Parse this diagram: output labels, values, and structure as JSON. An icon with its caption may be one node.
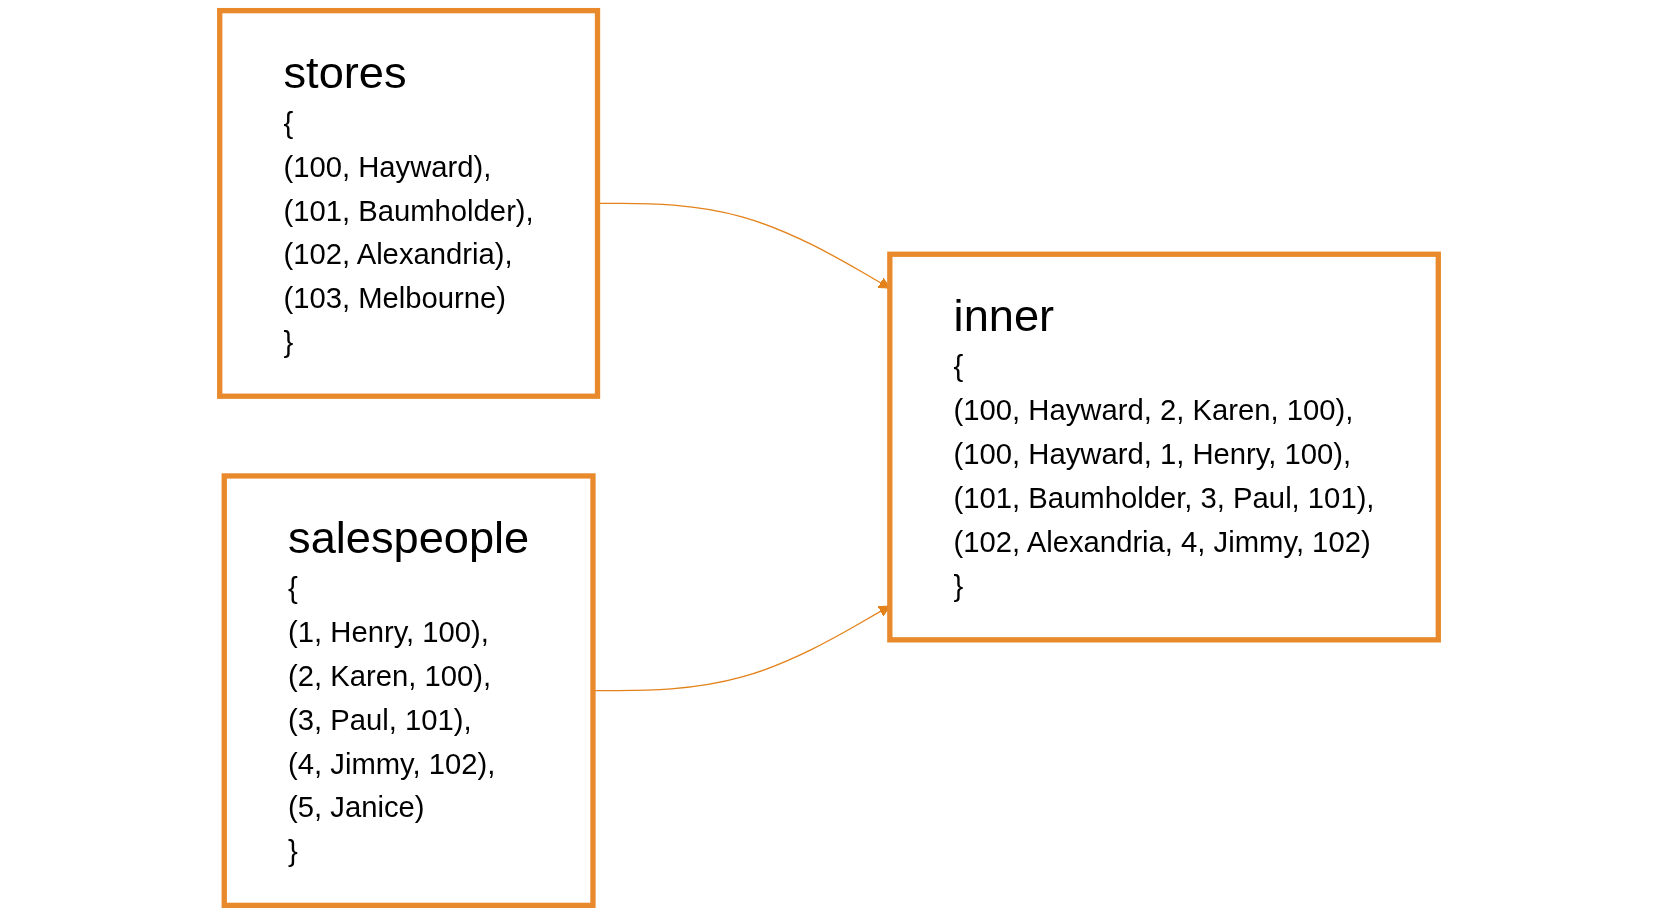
{
  "diagram": {
    "nodes": [
      {
        "text": [
          "stores",
          "{",
          "(100, Hayward),",
          "(101, Baumholder),",
          "(102, Alexandria),",
          "(103, Melbourne)",
          "}"
        ]
      },
      {
        "text": [
          "salespeople",
          "{",
          "(1, Henry, 100),",
          "(2, Karen, 100),",
          "(3, Paul, 101),",
          "(4, Jimmy, 102),",
          "(5, Janice)",
          "}"
        ]
      },
      {
        "text": [
          "inner",
          "{",
          "(100, Hayward, 2, Karen, 100),",
          "(100, Hayward, 1, Henry, 100),",
          "(101, Baumholder, 3, Paul, 101),",
          "(102, Alexandria, 4, Jimmy, 102)",
          "}"
        ]
      }
    ],
    "edges": [
      {
        "from": 0,
        "to": 2,
        "arrow": "to"
      },
      {
        "from": 1,
        "to": 2,
        "arrow": "to"
      }
    ]
  }
}
